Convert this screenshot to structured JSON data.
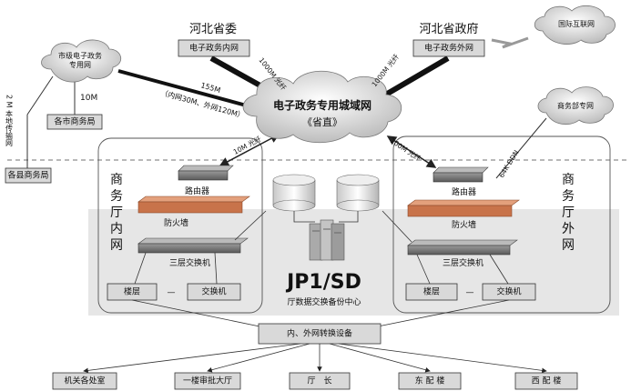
{
  "top": {
    "party_label": "河北省委",
    "party_box": "电子政务内网",
    "gov_label": "河北省政府",
    "gov_box": "电子政务外网",
    "internet_cloud": "国际互联网",
    "city_cloud_line1": "市级电子政务",
    "city_cloud_line2": "专用网",
    "bandwidth_10m": "10M",
    "city_bureau_box": "各市商务局",
    "vertical_2m": "2 M 本地传输网",
    "county_bureau_box": "各县商务局",
    "link_155m": "155M",
    "link_155m_detail": "（内网30M、外网120M）",
    "link_1000m_left": "1000M 光纤",
    "link_1000m_right": "1000M 光纤",
    "center_cloud_line1": "电子政务专用城域网",
    "center_cloud_line2": "《省直》",
    "ministry_cloud": "商务部专网",
    "link_64k": "64K DDN",
    "link_10m_left": "10M 光纤",
    "link_100m_right": "100M 光纤"
  },
  "internal": {
    "title_chars": [
      "商",
      "务",
      "厅",
      "内",
      "网"
    ],
    "router": "路由器",
    "firewall": "防火墙",
    "switch": "三层交换机",
    "floor_box": "楼层",
    "dash": "—",
    "switch_box": "交换机"
  },
  "external": {
    "title_chars": [
      "商",
      "务",
      "厅",
      "外",
      "网"
    ],
    "router": "路由器",
    "firewall": "防火墙",
    "switch": "三层交换机",
    "floor_box": "楼层",
    "dash": "—",
    "switch_box": "交换机"
  },
  "center": {
    "product": "JP1/SD",
    "subtitle": "厅数据交换备份中心"
  },
  "bottom": {
    "converter_box": "内、外网转换设备",
    "destinations": [
      "机关各处室",
      "一楼审批大厅",
      "厅　长",
      "东 配 楼",
      "西 配 楼"
    ]
  }
}
